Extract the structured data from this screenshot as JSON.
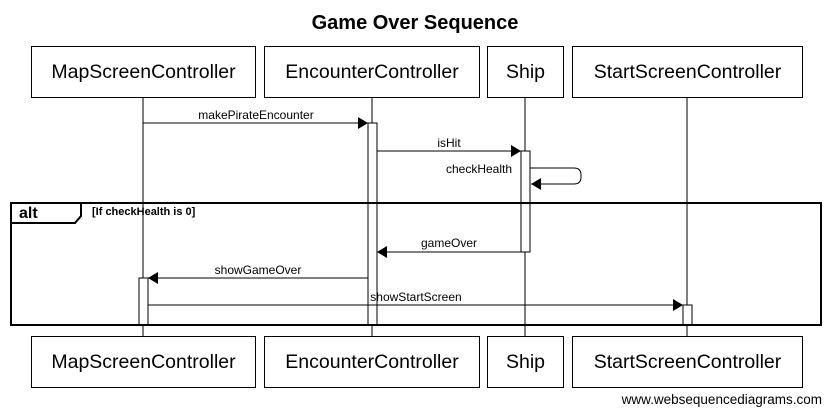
{
  "title": "Game Over Sequence",
  "participants": [
    {
      "id": "map",
      "name": "MapScreenController"
    },
    {
      "id": "enc",
      "name": "EncounterController"
    },
    {
      "id": "ship",
      "name": "Ship"
    },
    {
      "id": "start",
      "name": "StartScreenController"
    }
  ],
  "messages": [
    {
      "from": "map",
      "to": "enc",
      "label": "makePirateEncounter"
    },
    {
      "from": "enc",
      "to": "ship",
      "label": "isHit"
    },
    {
      "from": "ship",
      "to": "ship",
      "label": "checkHealth"
    },
    {
      "from": "ship",
      "to": "enc",
      "label": "gameOver"
    },
    {
      "from": "enc",
      "to": "map",
      "label": "showGameOver"
    },
    {
      "from": "map",
      "to": "start",
      "label": "showStartScreen"
    }
  ],
  "alt": {
    "keyword": "alt",
    "condition": "[If checkHealth is 0]"
  },
  "watermark": "www.websequencediagrams.com"
}
